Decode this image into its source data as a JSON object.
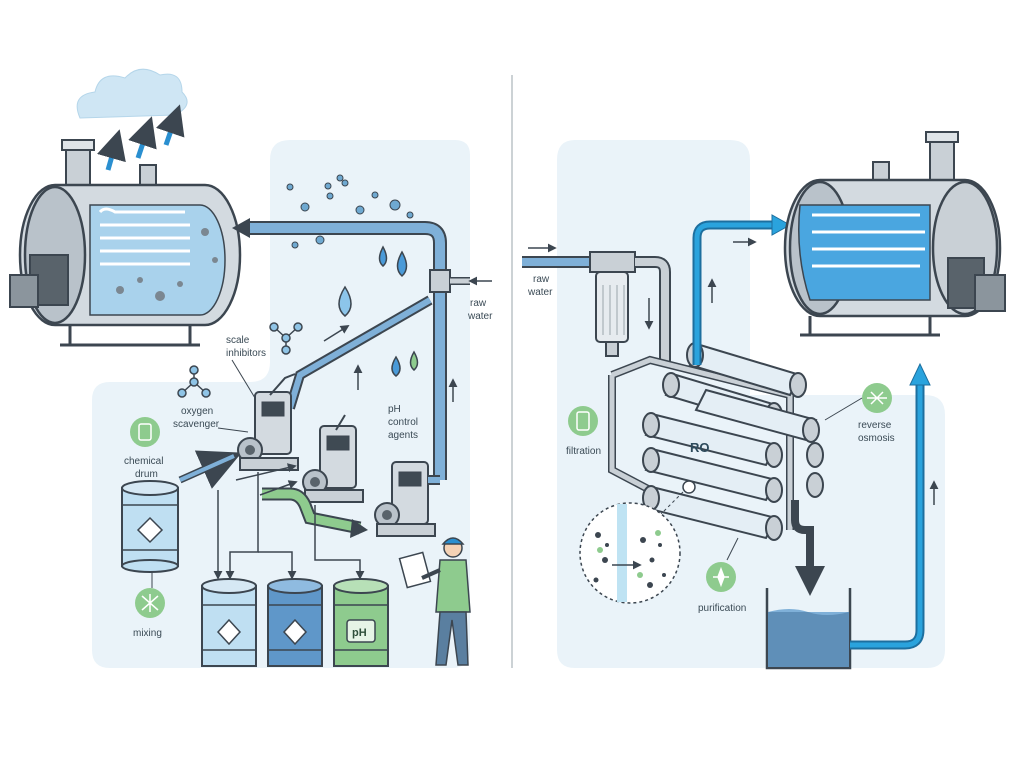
{
  "left_panel": {
    "labels": {
      "scale_inhibitors_1": "scale",
      "scale_inhibitors_2": "inhibitors",
      "oxygen_scavenger_1": "oxygen",
      "oxygen_scavenger_2": "scavenger",
      "chemical_drum_1": "chemical",
      "chemical_drum_2": "drum",
      "ph_control_1": "pH",
      "ph_control_2": "control",
      "ph_control_3": "agents",
      "raw_water_1": "raw",
      "raw_water_2": "water",
      "mixing": "mixing",
      "ph_drum": "pH"
    }
  },
  "right_panel": {
    "labels": {
      "raw_water_1": "raw",
      "raw_water_2": "water",
      "filtration": "filtration",
      "reverse_osmosis_1": "reverse",
      "reverse_osmosis_2": "osmosis",
      "purification": "purification",
      "ro": "RO"
    }
  },
  "colors": {
    "panel_bg": "#eaf3f9",
    "pipe_blue": "#4a86b8",
    "bright_blue": "#2aa3dd",
    "steel": "#c9d0d6",
    "outline": "#3c4650",
    "green": "#8ecb8e",
    "water": "#8fc4e6"
  }
}
